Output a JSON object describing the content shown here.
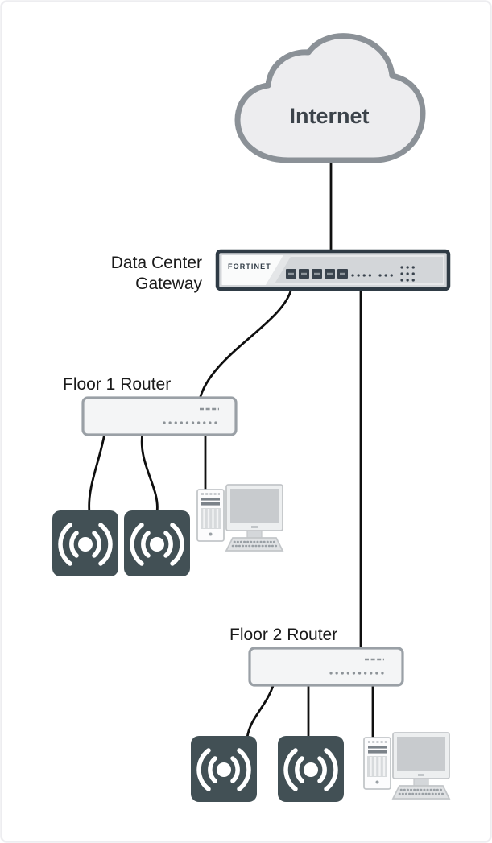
{
  "diagram_type": "network-topology",
  "nodes": {
    "internet": {
      "label": "Internet",
      "type": "cloud"
    },
    "data_center_gateway": {
      "label_line1": "Data Center",
      "label_line2": "Gateway",
      "brand": "FORTINET",
      "type": "firewall-appliance"
    },
    "floor1_router": {
      "label": "Floor 1 Router",
      "type": "router"
    },
    "floor2_router": {
      "label": "Floor 2 Router",
      "type": "router"
    },
    "floor1_access_point_count": 2,
    "floor1_workstation_count": 1,
    "floor2_access_point_count": 2,
    "floor2_workstation_count": 1
  },
  "connections": [
    {
      "from": "internet",
      "to": "data_center_gateway"
    },
    {
      "from": "data_center_gateway",
      "to": "floor1_router"
    },
    {
      "from": "data_center_gateway",
      "to": "floor2_router"
    },
    {
      "from": "floor1_router",
      "to": "floor1_access_point_1"
    },
    {
      "from": "floor1_router",
      "to": "floor1_access_point_2"
    },
    {
      "from": "floor1_router",
      "to": "floor1_workstation"
    },
    {
      "from": "floor2_router",
      "to": "floor2_access_point_1"
    },
    {
      "from": "floor2_router",
      "to": "floor2_access_point_2"
    },
    {
      "from": "floor2_router",
      "to": "floor2_workstation"
    }
  ],
  "icons": {
    "cloud": "cloud-icon",
    "gateway": "fortinet-appliance-icon",
    "router": "router-icon",
    "access_point": "wireless-signal-icon",
    "workstation": "desktop-computer-icon"
  },
  "colors": {
    "background": "#ffffff",
    "canvas_border": "#ededf0",
    "cloud_fill": "#ededef",
    "cloud_stroke": "#8b9197",
    "gateway_frame": "#2f3b45",
    "gateway_body": "#d3d6d9",
    "router_fill": "#f4f5f6",
    "router_stroke": "#9aa0a6",
    "access_point_fill": "#425055",
    "connector": "#0f0f0f",
    "label_text": "#1a1a1a",
    "internet_text": "#3c434a"
  }
}
